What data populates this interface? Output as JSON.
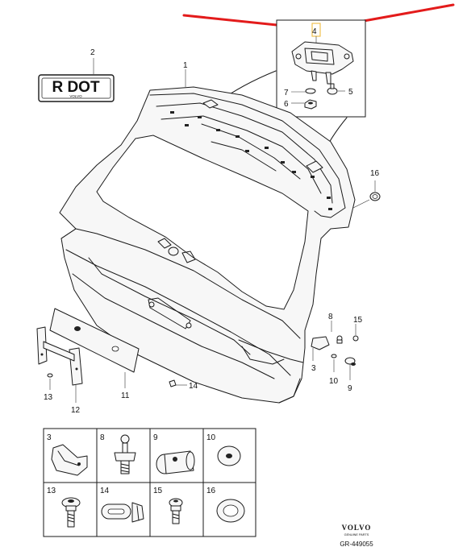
{
  "badge": {
    "text": "R DOT",
    "brand": "VOLVO"
  },
  "callouts": {
    "c1": "1",
    "c2": "2",
    "c3": "3",
    "c4": "4",
    "c5": "5",
    "c6": "6",
    "c7": "7",
    "c8": "8",
    "c9": "9",
    "c10": "10",
    "c11": "11",
    "c12": "12",
    "c13": "13",
    "c14": "14",
    "c15": "15",
    "c16": "16"
  },
  "legend": {
    "cells": [
      "3",
      "8",
      "9",
      "10",
      "13",
      "14",
      "15",
      "16"
    ]
  },
  "footer": {
    "brand": "VOLVO",
    "brand_sub": "GENUINE PARTS",
    "code": "GR-449055"
  },
  "colors": {
    "arrow": "#e31b1b",
    "highlight": "#f0c050",
    "line": "#1a1a1a"
  }
}
